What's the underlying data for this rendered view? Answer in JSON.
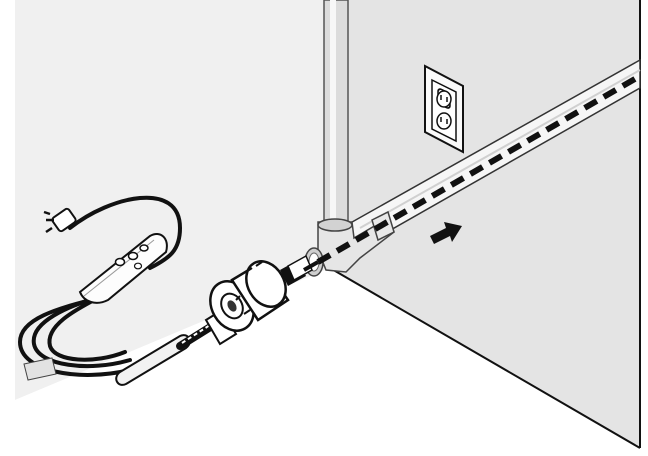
{
  "scene": {
    "description_items": [
      {
        "name": "back-wall",
        "color": "#f0f0f0"
      },
      {
        "name": "side-wall",
        "color": "#e3e3e3"
      },
      {
        "name": "floor",
        "color": "#ffffff"
      },
      {
        "name": "vertical-pipe",
        "color": "#d9d9d9"
      },
      {
        "name": "horizontal-pipe",
        "color": "#f4f4f4"
      },
      {
        "name": "heat-cable-dash",
        "color": "#111111"
      },
      {
        "name": "wall-outlet",
        "color": "#ffffff"
      },
      {
        "name": "gfci-plug",
        "color": "#ffffff"
      },
      {
        "name": "compression-fitting",
        "color": "#ffffff"
      },
      {
        "name": "flow-direction-arrow",
        "color": "#111111"
      }
    ],
    "outline_color": "#111111"
  }
}
